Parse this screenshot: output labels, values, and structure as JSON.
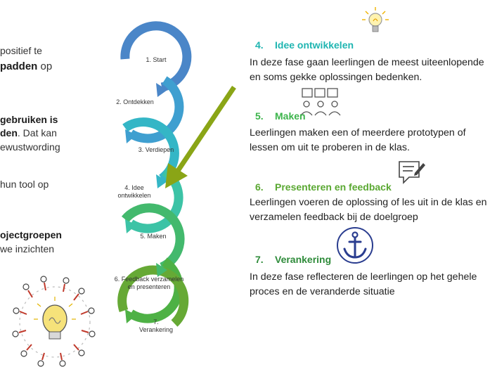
{
  "left_fragments": {
    "line1": "positief te",
    "line2_bold": "padden",
    "line2_rest": " op",
    "line3_bold": "gebruiken is",
    "line4_bold": "den",
    "line4_rest": ". Dat kan",
    "line5": "ewustwording",
    "line6": "hun tool op",
    "line7_bold": "ojectgroepen",
    "line8": "we inzichten"
  },
  "cycle_steps": [
    {
      "label": "1. Start"
    },
    {
      "label": "2. Ontdekken"
    },
    {
      "label": "3. Verdiepen"
    },
    {
      "label_line1": "4. Idee",
      "label_line2": "ontwikkelen"
    },
    {
      "label": "5. Maken"
    },
    {
      "label_line1": "6. Feedback verzamelen",
      "label_line2": "en presenteren"
    },
    {
      "label_line1": "7.",
      "label_line2": "Verankering"
    }
  ],
  "phases": [
    {
      "num": "4.",
      "title": "Idee ontwikkelen",
      "color": "#1fb5b1",
      "body_line1": "In deze fase gaan leerlingen de meest uiteenlopende",
      "body_line2": "en soms gekke oplossingen bedenken.",
      "icon": "lightbulb-icon"
    },
    {
      "num": "5.",
      "title": "Maken",
      "color": "#3cb44b",
      "body_line1": "Leerlingen maken een of meerdere prototypen of",
      "body_line2": "lessen om uit te proberen in de klas.",
      "icon": "team-puzzle-icon"
    },
    {
      "num": "6.",
      "title": "Presenteren en feedback",
      "color": "#5aa832",
      "body_line1": "Leerlingen voeren de oplossing of les uit in de klas en",
      "body_line2": "verzamelen feedback bij de doelgroep",
      "icon": "feedback-form-icon"
    },
    {
      "num": "7.",
      "title": "Verankering",
      "color": "#2e8b3a",
      "body_line1": "In deze fase reflecteren de leerlingen op het gehele",
      "body_line2": "proces en de veranderde situatie",
      "icon": "anchor-icon"
    }
  ],
  "colors": {
    "arrow": "#8aa516",
    "ring1": "#4a86c8",
    "ring2": "#3f9fd0",
    "ring3": "#34b6c6",
    "ring4": "#3cc3a6",
    "ring5": "#43b96d",
    "ring6": "#4eb145",
    "ring7": "#66a935"
  }
}
